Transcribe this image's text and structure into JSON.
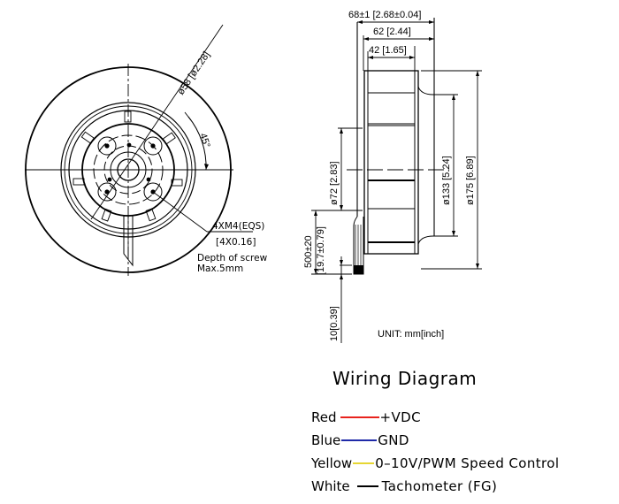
{
  "front_view": {
    "diameter_label": "ø58 [ø2.28]",
    "angle_label": "45°",
    "screw_spec": "4XM4(EQS)",
    "screw_spec_inch": "[4X0.16]",
    "screw_depth_line1": "Depth of screw",
    "screw_depth_line2": "Max.5mm"
  },
  "side_view": {
    "overall_width": "68±1 [2.68±0.04]",
    "width_62": "62 [2.44]",
    "width_42": "42 [1.65]",
    "diameter_72": "ø72 [2.83]",
    "diameter_133": "ø133 [5.24]",
    "diameter_175": "ø175 [6.89]",
    "lead_length": "500±20",
    "lead_length_inch": "[19.7±0.79]",
    "strip_length": "10[0.39]",
    "unit_note": "UNIT: mm[inch]"
  },
  "wiring": {
    "title": "Wiring Diagram",
    "rows": [
      {
        "color_name": "Red",
        "color": "#e8231d",
        "function": "+VDC"
      },
      {
        "color_name": "Blue",
        "color": "#1f2aa8",
        "function": "GND"
      },
      {
        "color_name": "Yellow",
        "color": "#e6d633",
        "function": "0–10V/PWM  Speed  Control"
      },
      {
        "color_name": "White",
        "color": "#000000",
        "function": "Tachometer  (FG)"
      }
    ]
  }
}
